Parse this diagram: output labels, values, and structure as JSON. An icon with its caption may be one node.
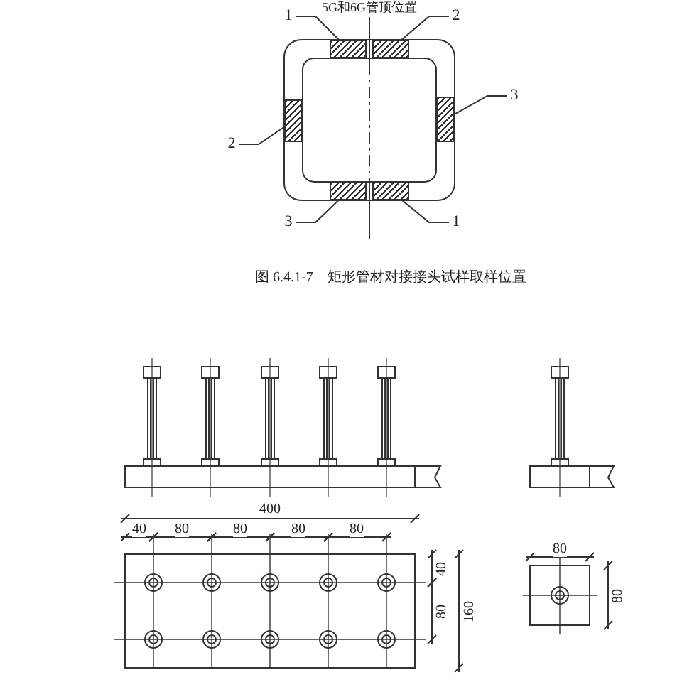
{
  "diagram": {
    "caption": "图 6.4.1-7　矩形管材对接接头试样取样位置",
    "nodes": [
      {
        "text": [
          "1"
        ]
      },
      {
        "text": [
          "2"
        ]
      },
      {
        "text": [
          "3"
        ]
      },
      {
        "text": [
          "2"
        ]
      },
      {
        "text": [
          "3"
        ]
      },
      {
        "text": [
          "1"
        ]
      },
      {
        "text": [],
        "shape": "box"
      },
      {
        "text": [],
        "shape": "box"
      },
      {
        "text": [],
        "shape": "box"
      },
      {
        "text": [],
        "shape": "box"
      },
      {
        "text": [],
        "shape": "box"
      },
      {
        "text": [],
        "shape": "box"
      }
    ],
    "edges": [
      {
        "from": 0,
        "to": 6,
        "arrow": "none"
      },
      {
        "from": 1,
        "to": 7,
        "arrow": "none"
      },
      {
        "from": 2,
        "to": 9,
        "arrow": "none"
      },
      {
        "from": 3,
        "to": 8,
        "arrow": "none"
      },
      {
        "from": 4,
        "to": 10,
        "arrow": "none"
      },
      {
        "from": 5,
        "to": 11,
        "arrow": "none"
      }
    ],
    "labels": [
      "5G和6G管顶位置",
      "400",
      "40",
      "80",
      "80",
      "80",
      "80",
      "40",
      "80",
      "160",
      "80",
      "80"
    ]
  }
}
